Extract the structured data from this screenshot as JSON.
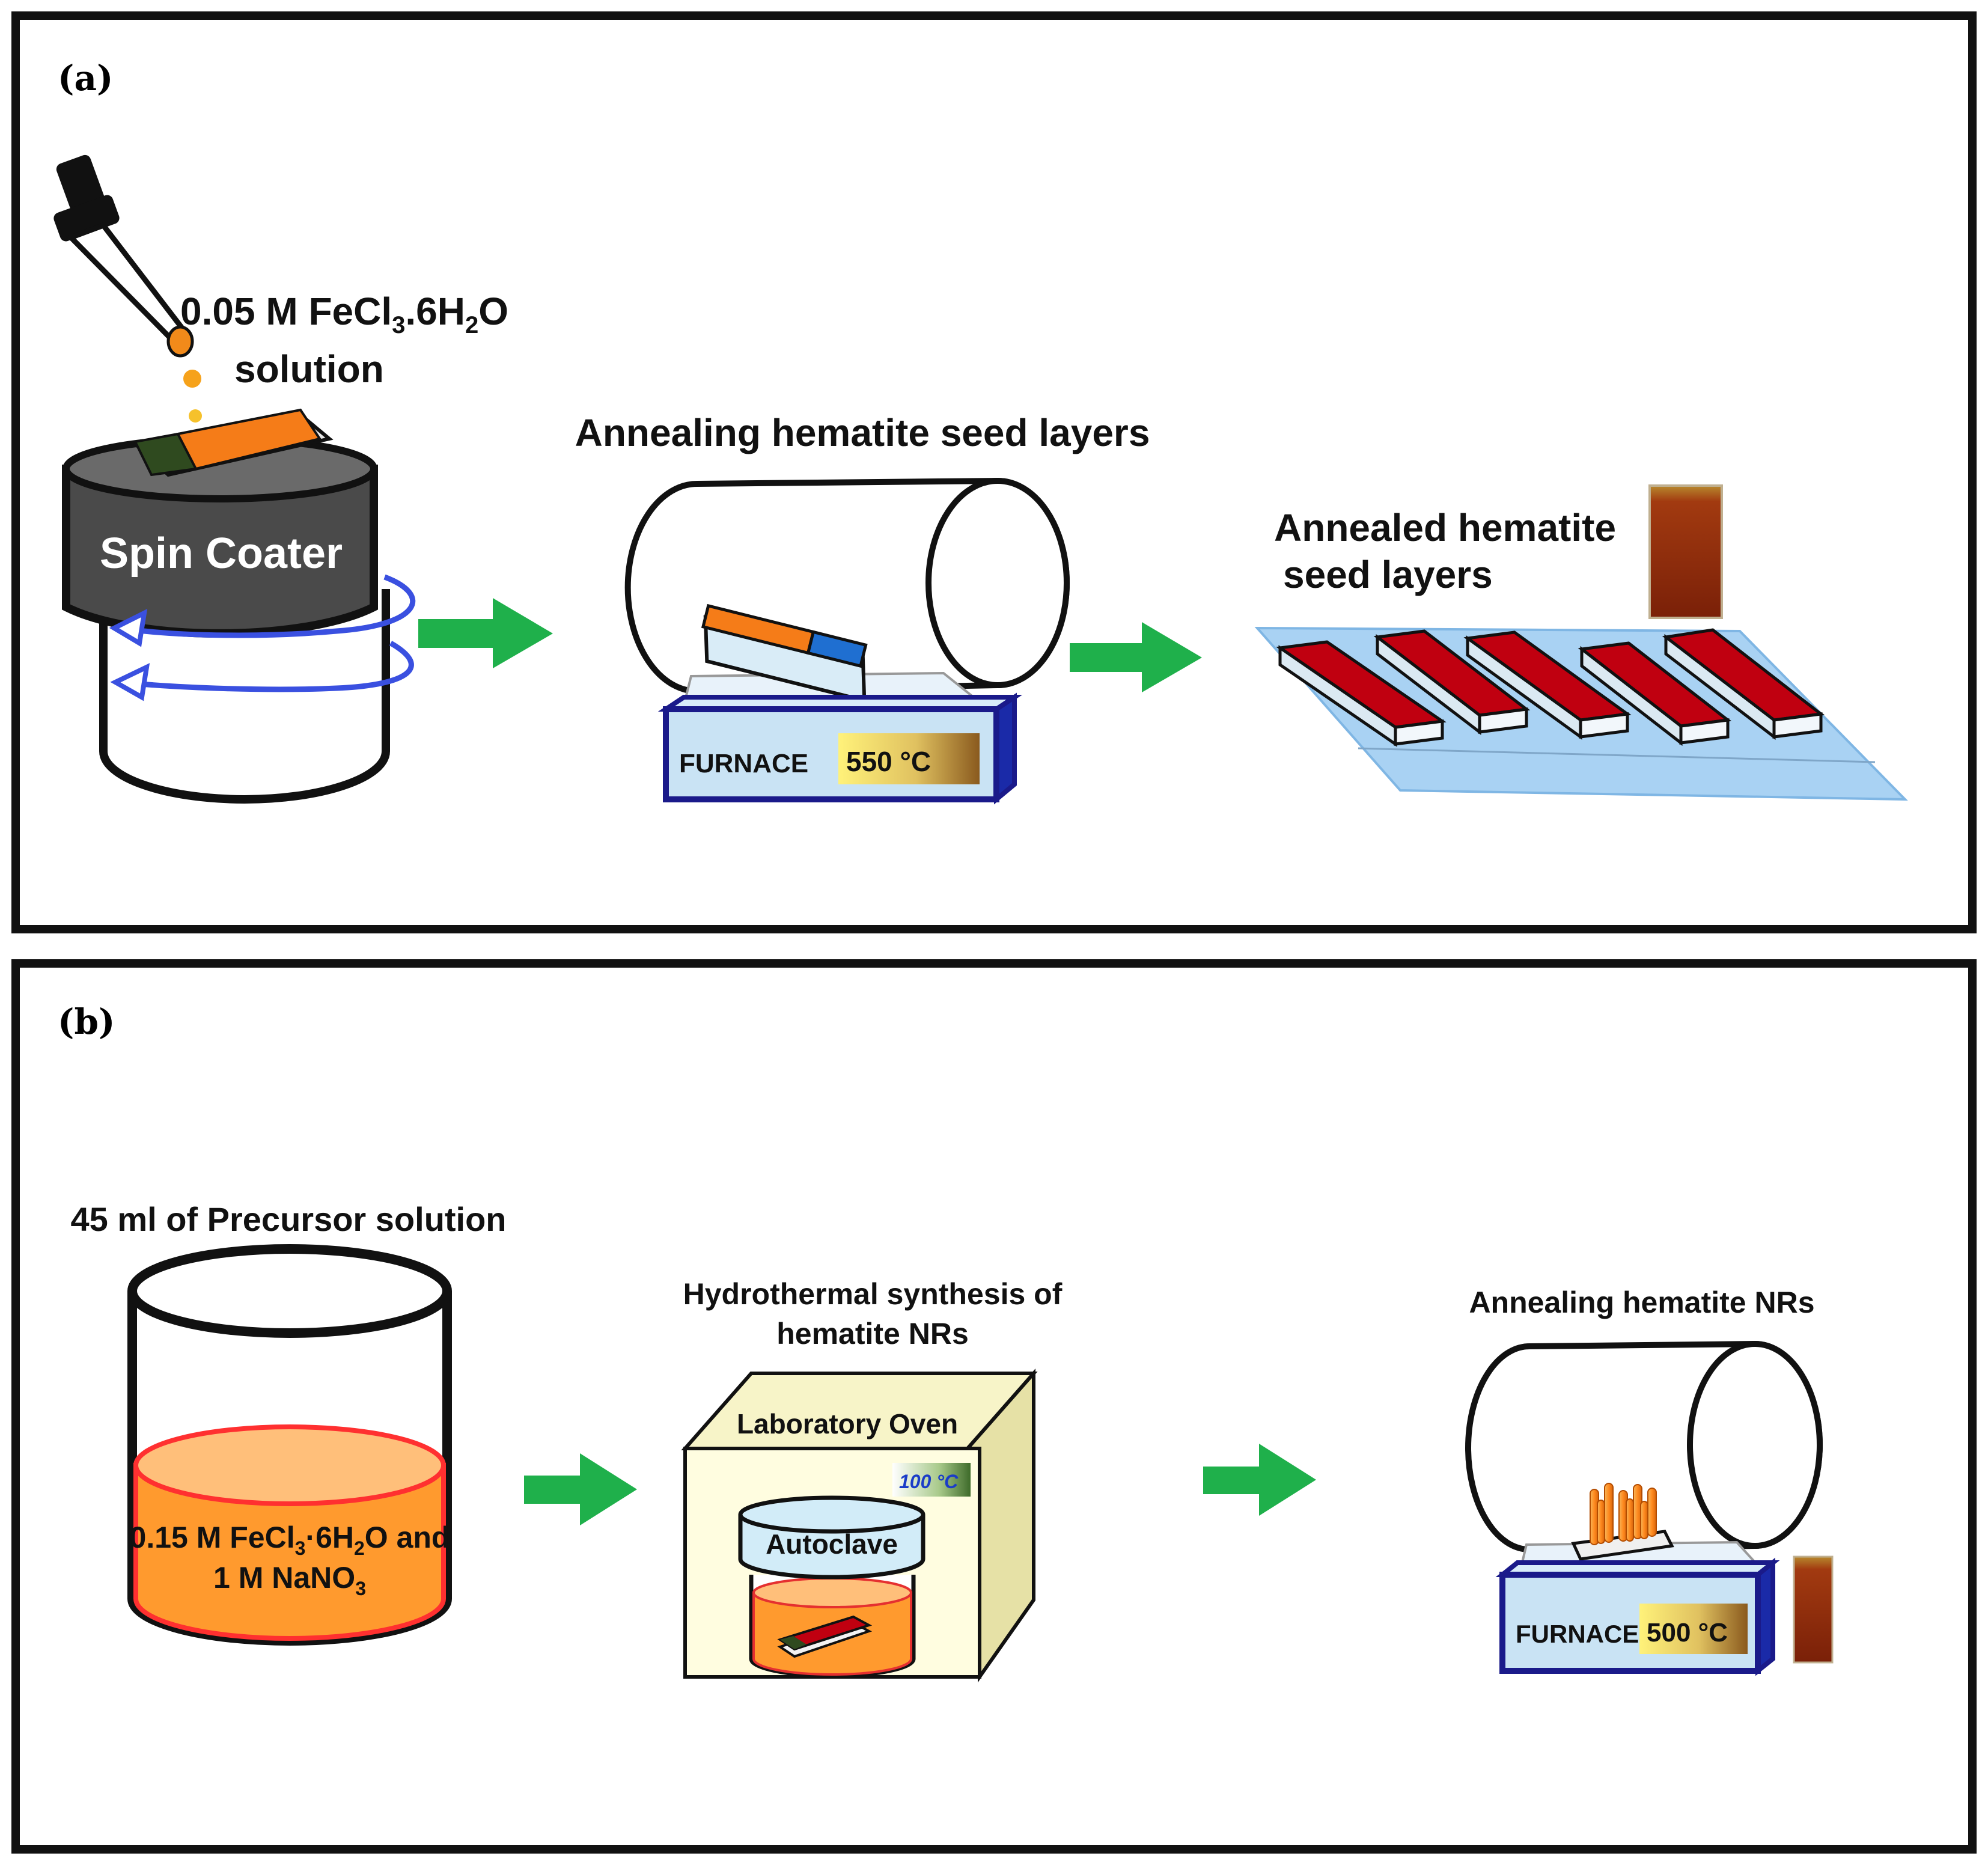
{
  "panel_a": {
    "label": "(a)",
    "dropper_label_prefix": "0.05 M FeCl",
    "dropper_label_sub1": "3",
    "dropper_label_mid": ".6H",
    "dropper_label_sub2": "2",
    "dropper_label_suffix": "O",
    "dropper_label_line2": "solution",
    "spin_coater_label": "Spin Coater",
    "annealing_title": "Annealing hematite seed layers",
    "furnace_label": "FURNACE",
    "furnace_temp": "550 °C",
    "annealed_title_line1": "Annealed hematite",
    "annealed_title_line2": "seed layers"
  },
  "panel_b": {
    "label": "(b)",
    "precursor_title": "45 ml of Precursor solution",
    "precursor_line1_prefix": "0.15 M FeCl",
    "precursor_line1_sub1": "3",
    "precursor_line1_mid": "·6H",
    "precursor_line1_sub2": "2",
    "precursor_line1_suffix": "O and",
    "precursor_line2_prefix": "1 M NaNO",
    "precursor_line2_sub": "3",
    "hydrothermal_title_line1": "Hydrothermal synthesis of",
    "hydrothermal_title_line2": "hematite NRs",
    "oven_label": "Laboratory Oven",
    "oven_temp": "100 °C",
    "autoclave_label": "Autoclave",
    "annealing_nr_title": "Annealing hematite NRs",
    "furnace_label": "FURNACE",
    "furnace_temp": "500 °C"
  },
  "colors": {
    "arrow": "#1fb04b",
    "film_red": "#c00010",
    "film_orange": "#f57c18",
    "solution_orange": "#ff9a2e",
    "furnace_border": "#1a1a8a",
    "furnace_fill": "#c9e3f4",
    "spin_blue": "#3a50e0"
  }
}
